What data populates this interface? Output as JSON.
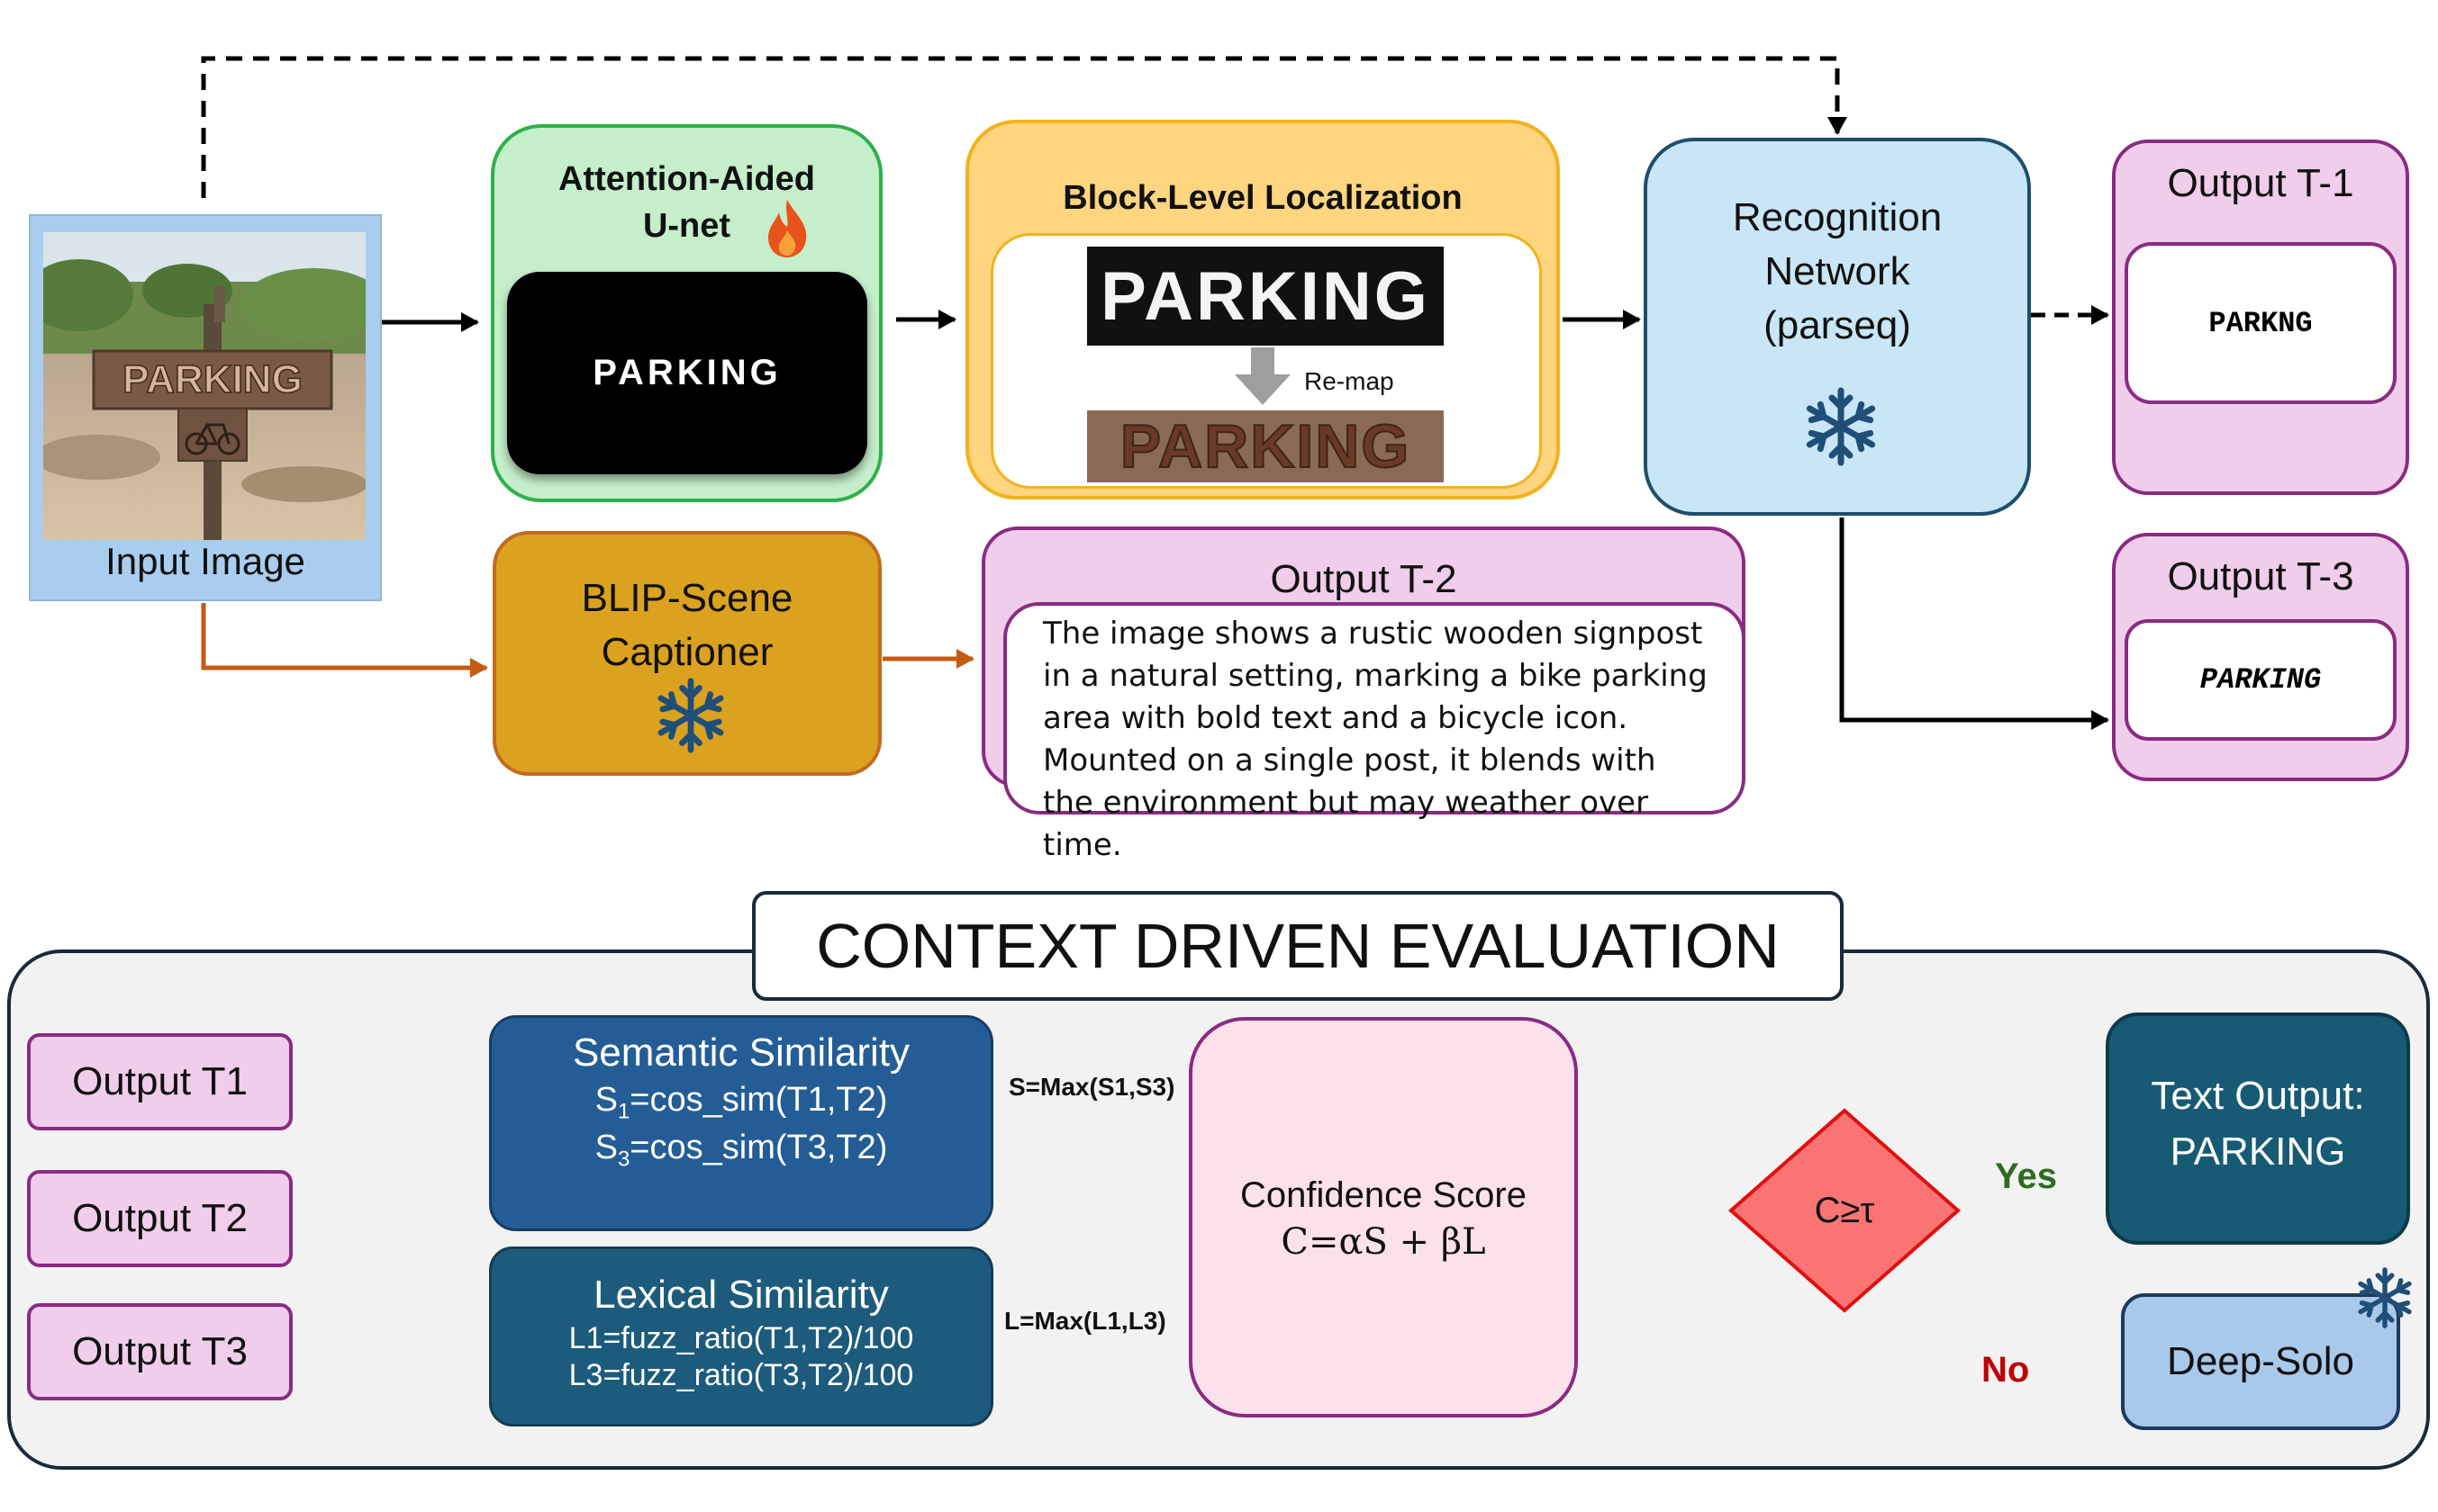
{
  "pipeline": {
    "input_image": {
      "caption": "Input Image",
      "sign_text": "PARKING"
    },
    "unet": {
      "title_line1": "Attention-Aided",
      "title_line2": "U-net",
      "mask_text": "PARKING"
    },
    "block_localization": {
      "title": "Block-Level Localization",
      "top_text": "PARKING",
      "bottom_text": "PARKING",
      "remap_label": "Re-map"
    },
    "recognition": {
      "line1": "Recognition",
      "line2": "Network",
      "line3": "(parseq)"
    },
    "output_t1": {
      "title": "Output T-1",
      "value": "PARKNG"
    },
    "output_t3": {
      "title": "Output T-3",
      "value": "PARKING"
    },
    "blip": {
      "line1": "BLIP-Scene",
      "line2": "Captioner"
    },
    "output_t2": {
      "title": "Output T-2",
      "text": "The image shows a rustic wooden signpost in a natural setting, marking a bike parking area with bold text and a bicycle icon. Mounted on a single post, it blends with the environment but may weather over time."
    }
  },
  "evaluation": {
    "title": "CONTEXT DRIVEN EVALUATION",
    "inputs": [
      "Output T1",
      "Output T2",
      "Output T3"
    ],
    "semantic": {
      "title": "Semantic Similarity",
      "s1_prefix": "S",
      "s1_sub": "1",
      "s1_rest": "=cos_sim(T1,T2)",
      "s3_prefix": "S",
      "s3_sub": "3",
      "s3_rest": "=cos_sim(T3,T2)"
    },
    "lexical": {
      "title": "Lexical Similarity",
      "l1": "L1=fuzz_ratio(T1,T2)/100",
      "l3": "L3=fuzz_ratio(T3,T2)/100"
    },
    "s_max": "S=Max(S1,S3)",
    "l_max": "L=Max(L1,L3)",
    "confidence": {
      "title": "Confidence Score",
      "formula": "C=αS + βL"
    },
    "decision": "C≥τ",
    "yes": "Yes",
    "no": "No",
    "text_output": {
      "line1": "Text Output:",
      "line2": "PARKING"
    },
    "deep_solo": "Deep-Solo"
  },
  "colors": {
    "unet_bg": "#c5efcb",
    "unet_border": "#2fb04a",
    "block_bg": "#ffd580",
    "block_border": "#f2b21e",
    "recog_bg": "#c8e6f6",
    "recog_border": "#1d4e6b",
    "output_bg": "#f0cdea",
    "output_border": "#8a2b82",
    "blip_bg": "#dba21f",
    "blip_border": "#c36a1e",
    "semantic_bg": "#245d96",
    "lexical_bg": "#1c5b7c",
    "text_output_bg": "#175a74",
    "deep_solo_bg": "#a8c9ea",
    "decision_bg": "#fa7474",
    "decision_border": "#e01010",
    "yes_color": "#2e6b1e",
    "no_color": "#c00000",
    "orange_arrow": "#c55a11"
  },
  "icons": [
    "fire-icon",
    "snowflake-icon",
    "bicycle-icon",
    "down-arrow-icon"
  ]
}
